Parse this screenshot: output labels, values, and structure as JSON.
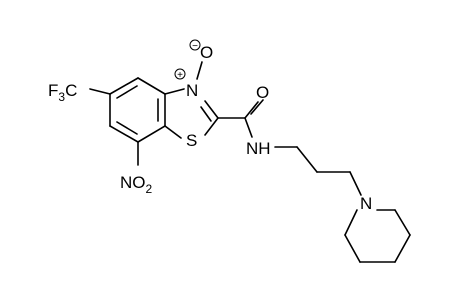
{
  "molecule": {
    "atoms": {
      "trifluoromethyl": {
        "prefix": "F",
        "sub": "3",
        "suffix": "C"
      },
      "nitro": {
        "prefix": "NO",
        "sub": "2"
      },
      "sulfur": "S",
      "ring_nitrogen": "N",
      "n_oxide_oxygen": "O",
      "carbonyl_oxygen": "O",
      "amide_nh": "NH",
      "piperidine_nitrogen": "N"
    },
    "charges": {
      "plus": "+",
      "minus": "−"
    }
  }
}
